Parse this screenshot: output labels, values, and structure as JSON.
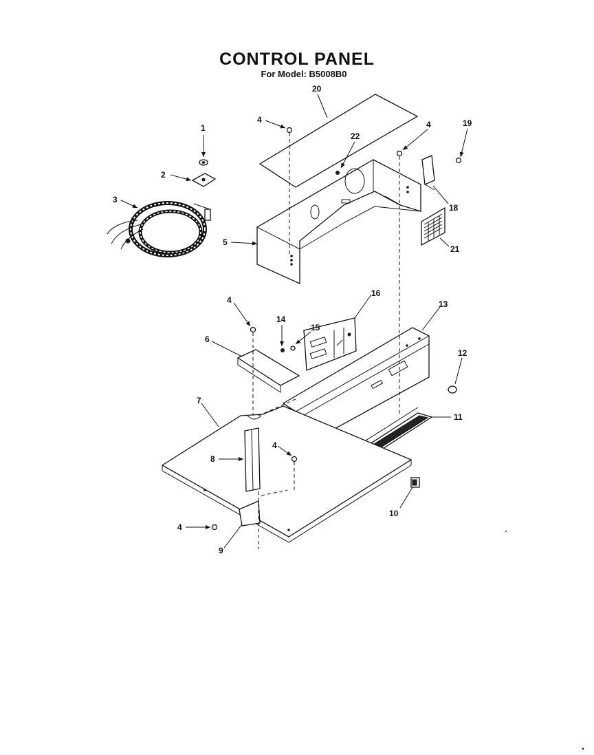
{
  "header": {
    "title": "CONTROL PANEL",
    "subtitle": "For Model: B5008B0"
  },
  "callouts": {
    "c1": "1",
    "c2": "2",
    "c3": "3",
    "c4_top_left": "4",
    "c4_top_right": "4",
    "c4_mid": "4",
    "c4_lower": "4",
    "c4_bottom": "4",
    "c5": "5",
    "c6": "6",
    "c7": "7",
    "c8": "8",
    "c9": "9",
    "c10": "10",
    "c11": "11",
    "c12": "12",
    "c13": "13",
    "c14": "14",
    "c15": "15",
    "c16": "16",
    "c18": "18",
    "c19": "19",
    "c20": "20",
    "c21": "21",
    "c22": "22"
  }
}
